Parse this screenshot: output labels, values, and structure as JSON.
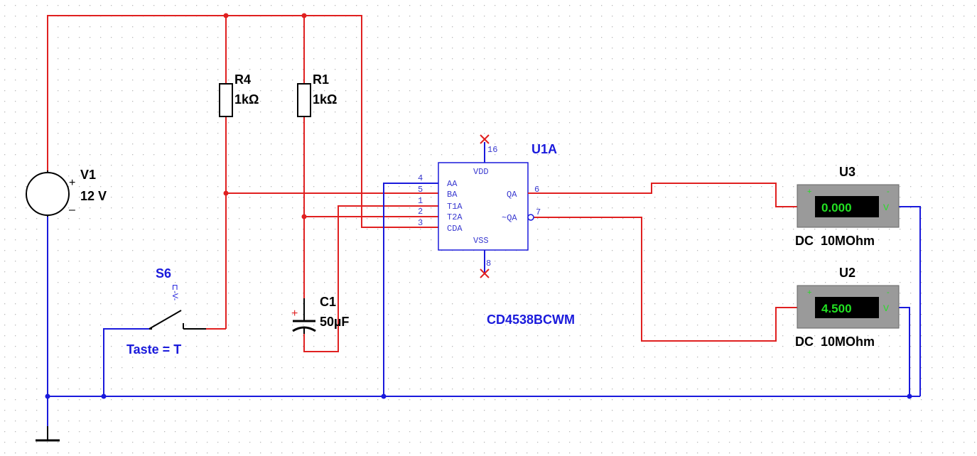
{
  "components": {
    "v1": {
      "name": "V1",
      "value": "12 V",
      "plus": "+",
      "minus": "–"
    },
    "r4": {
      "name": "R4",
      "value": "1kΩ"
    },
    "r1": {
      "name": "R1",
      "value": "1kΩ"
    },
    "c1": {
      "name": "C1",
      "value": "50µF",
      "plus": "+"
    },
    "s6": {
      "name": "S6",
      "key_label": "Taste = T",
      "symbol": "⊏-V-"
    },
    "u1a": {
      "name": "U1A",
      "part": "CD4538BCWM",
      "pins_left": [
        {
          "num": "4",
          "label": "AA"
        },
        {
          "num": "5",
          "label": "BA"
        },
        {
          "num": "1",
          "label": "T1A"
        },
        {
          "num": "2",
          "label": "T2A"
        },
        {
          "num": "3",
          "label": "CDA"
        }
      ],
      "pin_vdd": {
        "num": "16",
        "label": "VDD"
      },
      "pin_vss": {
        "num": "8",
        "label": "VSS"
      },
      "pins_right": [
        {
          "num": "6",
          "label": "QA"
        },
        {
          "num": "7",
          "label": "~QA"
        }
      ]
    },
    "u3": {
      "name": "U3",
      "reading": "0.000",
      "unit": "V",
      "mode": "DC  10MOhm",
      "plus": "+",
      "minus": "-"
    },
    "u2": {
      "name": "U2",
      "reading": "4.500",
      "unit": "V",
      "mode": "DC  10MOhm",
      "plus": "+",
      "minus": "-"
    }
  },
  "colors": {
    "wire_red": "#e02020",
    "wire_blue": "#1a1adc",
    "meter_body": "#9a9a9a",
    "meter_display": "#000000",
    "meter_digits": "#22e022",
    "grid_dot": "#b8b8b8"
  }
}
